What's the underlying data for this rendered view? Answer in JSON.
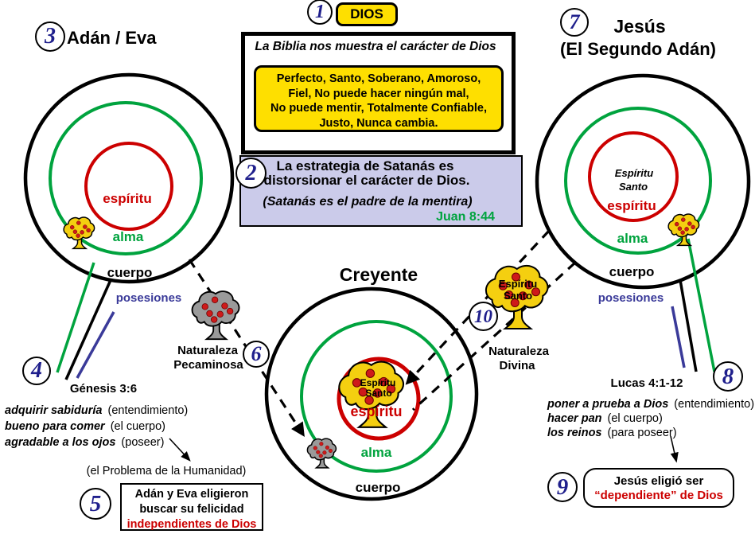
{
  "colors": {
    "yellow": "#FEDF00",
    "lavender": "#CBCBEA",
    "navy_number": "#1F1F8C",
    "red": "#CC0000",
    "green": "#00A33E",
    "label_blue": "#3A3A99",
    "gray_tree": "#9A9A9A"
  },
  "badges": {
    "b1": "1",
    "b2": "2",
    "b3": "3",
    "b4": "4",
    "b5": "5",
    "b6": "6",
    "b7": "7",
    "b8": "8",
    "b9": "9",
    "b10": "10"
  },
  "dios_label": "DIOS",
  "bible": {
    "title": "La Biblia nos muestra el carácter de Dios",
    "lines": [
      "Perfecto, Santo, Soberano, Amoroso,",
      "Fiel, No puede hacer ningún mal,",
      "No puede mentir, Totalmente Confiable,",
      "Justo, Nunca cambia."
    ]
  },
  "satan": {
    "line1": "La estrategia de Satanás es",
    "line2": "distorsionar el carácter de Dios.",
    "paren": "(Satanás es el padre de la mentira)",
    "verse": "Juan 8:44"
  },
  "adam": {
    "title": "Adán / Eva",
    "spirit": "espíritu",
    "soul": "alma",
    "body": "cuerpo",
    "possessions": "posesiones",
    "verse": "Génesis 3:6",
    "items": [
      {
        "b": "adquirir sabiduría",
        "n": "(entendimiento)"
      },
      {
        "b": "bueno para comer",
        "n": "(el cuerpo)"
      },
      {
        "b": "agradable a los ojos",
        "n": "(poseer)"
      }
    ],
    "problem": "(el Problema de la Humanidad)",
    "choice": {
      "l1": "Adán y Eva eligieron",
      "l2": "buscar su felicidad",
      "l3": "independientes de Dios"
    }
  },
  "believer": {
    "title": "Creyente",
    "tree1": "Espíritu",
    "tree2": "Santo",
    "spirit": "espíritu",
    "soul": "alma",
    "body": "cuerpo"
  },
  "sinful": {
    "l1": "Naturaleza",
    "l2": "Pecaminosa"
  },
  "divine": {
    "l1": "Naturaleza",
    "l2": "Divina",
    "tree1": "Espíritu",
    "tree2": "Santo"
  },
  "jesus": {
    "title1": "Jesús",
    "title2": "(El Segundo Adán)",
    "hs1": "Espíritu",
    "hs2": "Santo",
    "spirit": "espíritu",
    "soul": "alma",
    "body": "cuerpo",
    "possessions": "posesiones",
    "verse": "Lucas 4:1-12",
    "items": [
      {
        "b": "poner a prueba a Dios",
        "n": "(entendimiento)"
      },
      {
        "b": "hacer pan",
        "n": "(el cuerpo)"
      },
      {
        "b": "los reinos",
        "n": "(para poseer)"
      }
    ],
    "choice": {
      "l1": "Jesús eligió ser",
      "l2": "“dependiente” de Dios"
    }
  }
}
